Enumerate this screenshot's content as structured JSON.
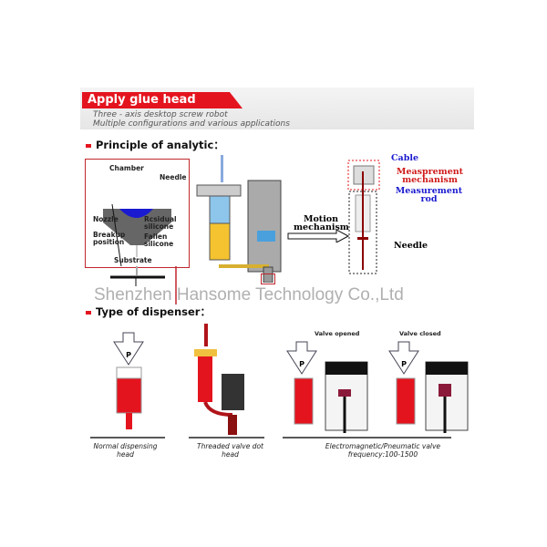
{
  "header": {
    "title": "Apply glue head",
    "subtitle_1": "Three - axis desktop screw robot",
    "subtitle_2": "Multiple configurations and various applications"
  },
  "principle": {
    "heading": "Principle of analytic：",
    "labels": {
      "chamber": "Chamber",
      "needle": "Needle",
      "nozzle": "Nozzle",
      "residual": "Rcsidual silicone",
      "breakup": "Breakup position",
      "fallen": "Fallen silicone",
      "substrate": "Substrate"
    },
    "motion": "Motion mechanism",
    "cable": "Cable",
    "measurement_mechanism": "Measprement mechanism",
    "measurement_rod": "Measurement rod",
    "needle_label": "Needle"
  },
  "watermark": "Shenzhen Hansome Technology Co.,Ltd",
  "dispenser": {
    "heading": "Type of dispenser：",
    "valve_opened": "Valve opened",
    "valve_closed": "Valve closed",
    "p": "P",
    "captions": [
      "Normal dispensing head",
      "Threaded valve dot head",
      "Electromagnetic/Pneumatic valve frequency:100-1500"
    ]
  },
  "colors": {
    "accent": "#e4141e",
    "blue": "#1a1ad0"
  }
}
